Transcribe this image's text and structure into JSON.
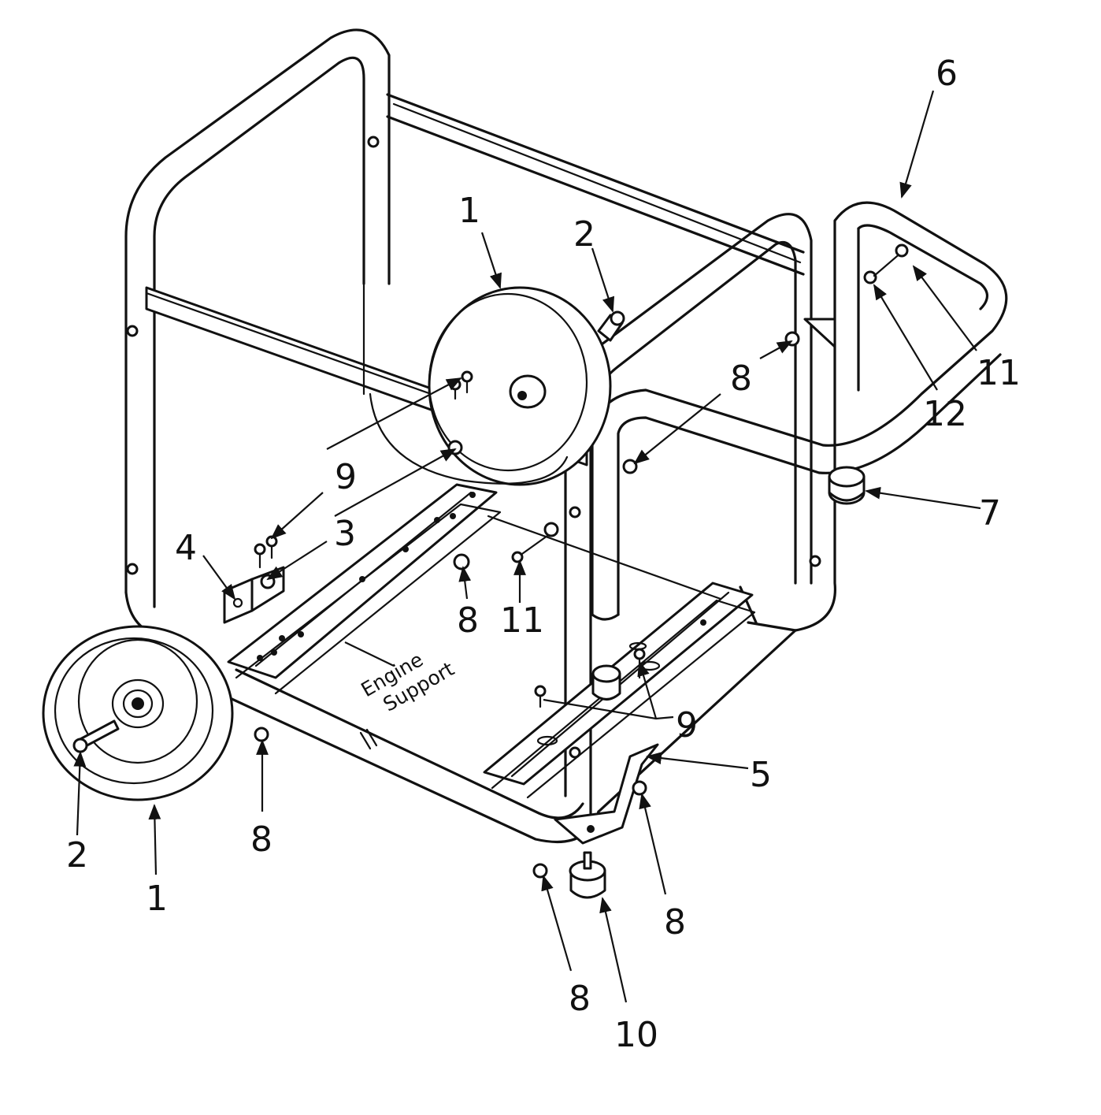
{
  "diagram": {
    "engine_support_label": [
      "Engine",
      "Support"
    ],
    "callouts": [
      {
        "id": "c1a",
        "text": "1"
      },
      {
        "id": "c2a",
        "text": "2"
      },
      {
        "id": "c6",
        "text": "6"
      },
      {
        "id": "c8a",
        "text": "8"
      },
      {
        "id": "c11a",
        "text": "11"
      },
      {
        "id": "c12",
        "text": "12"
      },
      {
        "id": "c9a",
        "text": "9"
      },
      {
        "id": "c3",
        "text": "3"
      },
      {
        "id": "c7",
        "text": "7"
      },
      {
        "id": "c4",
        "text": "4"
      },
      {
        "id": "c8b",
        "text": "8"
      },
      {
        "id": "c11b",
        "text": "11"
      },
      {
        "id": "c9b",
        "text": "9"
      },
      {
        "id": "c5",
        "text": "5"
      },
      {
        "id": "c2b",
        "text": "2"
      },
      {
        "id": "c1b",
        "text": "1"
      },
      {
        "id": "c8c",
        "text": "8"
      },
      {
        "id": "c8d",
        "text": "8"
      },
      {
        "id": "c8e",
        "text": "8"
      },
      {
        "id": "c10",
        "text": "10"
      }
    ]
  }
}
